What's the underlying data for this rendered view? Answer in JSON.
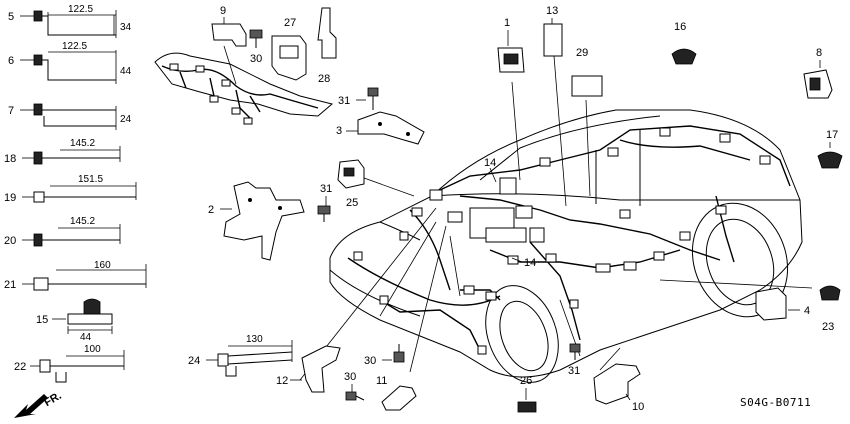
{
  "diagram_code": "S04G-B0711",
  "front_arrow_label": "FR.",
  "callouts": {
    "n1": "1",
    "n2": "2",
    "n3": "3",
    "n4": "4",
    "n5": "5",
    "n6": "6",
    "n7": "7",
    "n8": "8",
    "n9": "9",
    "n10": "10",
    "n11": "11",
    "n12": "12",
    "n13": "13",
    "n14": "14",
    "n15": "15",
    "n16": "16",
    "n17": "17",
    "n18": "18",
    "n19": "19",
    "n20": "20",
    "n21": "21",
    "n22": "22",
    "n23": "23",
    "n24": "24",
    "n25": "25",
    "n26": "26",
    "n27": "27",
    "n28": "28",
    "n29": "29",
    "n30": "30",
    "n31": "31"
  },
  "dimensions": {
    "d5_len": "122.5",
    "d5_h": "34",
    "d6_len": "122.5",
    "d6_h": "44",
    "d7_h": "24",
    "d18_len": "145.2",
    "d19_len": "151.5",
    "d20_len": "145.2",
    "d21_len": "160",
    "d15_len": "44",
    "d22_len": "100",
    "d24_len": "130"
  }
}
